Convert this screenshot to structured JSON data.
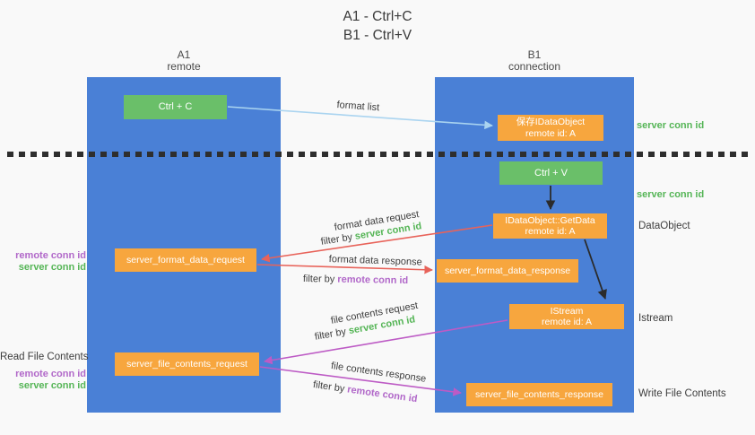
{
  "title": {
    "line1": "A1 - Ctrl+C",
    "line2": "B1 - Ctrl+V"
  },
  "lanes": {
    "a1": {
      "name": "A1",
      "subtitle": "remote"
    },
    "b1": {
      "name": "B1",
      "subtitle": "connection"
    }
  },
  "nodes": {
    "ctrl_c": {
      "label": "Ctrl + C"
    },
    "save_idataobject": {
      "line1": "保存IDataObject",
      "line2": "remote id: A"
    },
    "ctrl_v": {
      "label": "Ctrl + V"
    },
    "idataobject_getdata": {
      "line1": "IDataObject::GetData",
      "line2": "remote id: A"
    },
    "server_format_data_request": {
      "label": "server_format_data_request"
    },
    "server_format_data_response": {
      "label": "server_format_data_response"
    },
    "istream": {
      "line1": "IStream",
      "line2": "remote id: A"
    },
    "server_file_contents_request": {
      "label": "server_file_contents_request"
    },
    "server_file_contents_response": {
      "label": "server_file_contents_response"
    }
  },
  "arrow_labels": {
    "format_list": "format list",
    "format_data_request": "format data request",
    "format_data_response": "format data response",
    "file_contents_request": "file contents request",
    "file_contents_response": "file contents response",
    "filter_by": "filter by",
    "server_conn_id": "server conn id",
    "remote_conn_id": "remote conn id"
  },
  "side_labels": {
    "server_conn_id_save": "server conn id",
    "server_conn_id_paste": "server conn id",
    "dataobject": "DataObject",
    "istream": "Istream",
    "write_file_contents": "Write File Contents",
    "read_file_contents": "Read File Contents",
    "remote_conn_id_format": "remote conn id",
    "server_conn_id_format": "server conn id",
    "remote_conn_id_file": "remote conn id",
    "server_conn_id_file": "server conn id"
  },
  "colors": {
    "background": "#f9f9f9",
    "lane_blue": "#4a80d6",
    "node_orange": "#f7a63e",
    "node_green": "#6abf69",
    "green_text": "#55b556",
    "purple_text": "#b168c9",
    "red_arrow": "#e8635a",
    "magenta_arrow": "#bd5bc5",
    "lightblue_arrow": "#aad4f0",
    "black_arrow": "#2b2b2b",
    "dark_text": "#3d3d3d"
  }
}
